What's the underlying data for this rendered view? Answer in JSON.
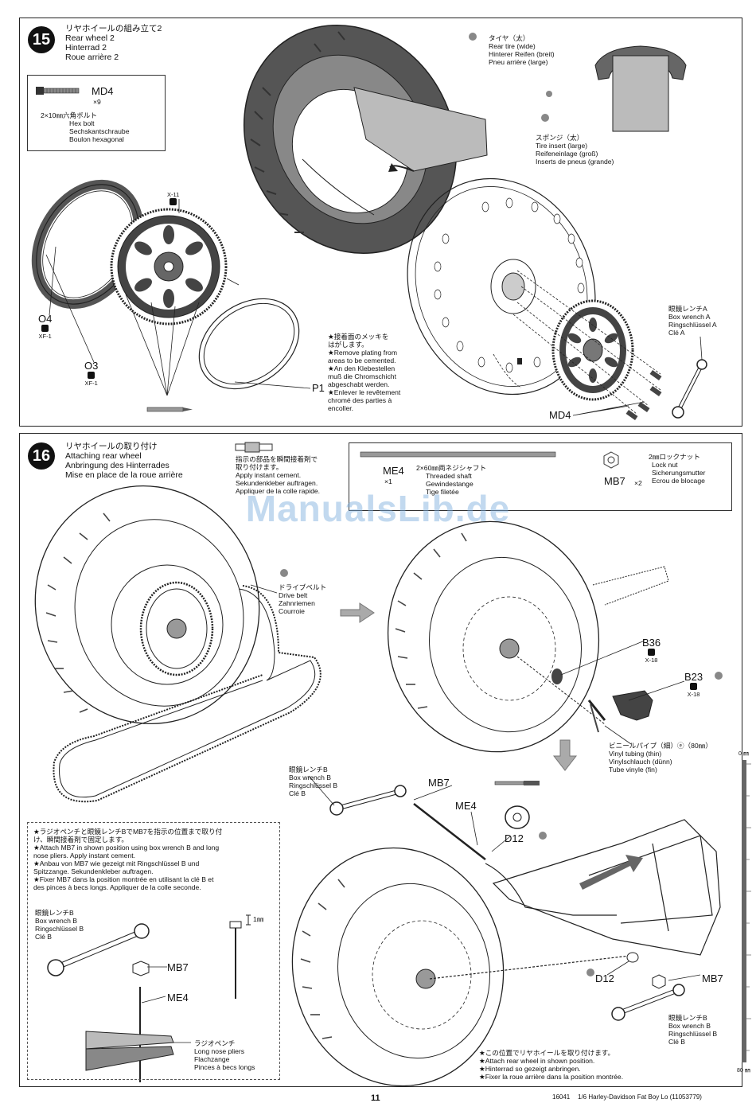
{
  "step15": {
    "number": "15",
    "title": [
      "リヤホイールの組み立て2",
      "Rear wheel 2",
      "Hinterrad 2",
      "Roue arrière 2"
    ],
    "md4_box": {
      "code": "MD4",
      "qty": "×9",
      "desc": [
        "2×10㎜六角ボルト",
        "Hex bolt",
        "Sechskantschraube",
        "Boulon hexagonal"
      ]
    },
    "x11": "X-11",
    "o4": "O4",
    "o4_tree": "XF-1",
    "o3": "O3",
    "o3_tree": "XF-1",
    "p1": "P1",
    "tire_note": [
      "タイヤ（太）",
      "Rear tire (wide)",
      "Hinterer Reifen (breit)",
      "Pneu arrière (large)"
    ],
    "sponge_note": [
      "スポンジ（太）",
      "Tire insert (large)",
      "Reifeneinlage (groß)",
      "Inserts de pneus (grande)"
    ],
    "plating_note": [
      "★接着面のメッキを",
      "はがします。",
      "★Remove plating from",
      "areas to be cemented.",
      "★An den Klebestellen",
      "muß die Chromschicht",
      "abgeschabt werden.",
      "★Enlever le revêtement",
      "chromé des parties à",
      "encoller."
    ],
    "wrench_a": [
      "眼鏡レンチA",
      "Box wrench A",
      "Ringschlüssel A",
      "Clé A"
    ],
    "md4_label": "MD4"
  },
  "step16": {
    "number": "16",
    "title": [
      "リヤホイールの取り付け",
      "Attaching rear wheel",
      "Anbringung des Hinterrades",
      "Mise en place de la roue arrière"
    ],
    "cement_note": [
      "指示の部品を瞬間接着剤で",
      "取り付けます。",
      "Apply instant cement.",
      "Sekundenkleber auftragen.",
      "Appliquer de la colle rapide."
    ],
    "parts_box": {
      "me4_code": "ME4",
      "me4_qty": "×1",
      "me4_desc": [
        "2×60㎜両ネジシャフト",
        "Threaded shaft",
        "Gewindestange",
        "Tige filetée"
      ],
      "mb7_code": "MB7",
      "mb7_qty": "×2",
      "mb7_desc": [
        "2㎜ロックナット",
        "Lock nut",
        "Sicherungsmutter",
        "Ecrou de blocage"
      ]
    },
    "belt_note": [
      "ドライブベルト",
      "Drive belt",
      "Zahnriemen",
      "Courroie"
    ],
    "b36": "B36",
    "b36_tree": "X-18",
    "b23": "B23",
    "b23_tree": "X-18",
    "vinyl_note": [
      "ビニールパイプ（細）ⓔ（80㎜）",
      "Vinyl tubing (thin)",
      "Vinylschlauch (dünn)",
      "Tube vinyle (fin)"
    ],
    "wrench_b_top": [
      "眼鏡レンチB",
      "Box wrench B",
      "Ringschlüssel B",
      "Clé B"
    ],
    "mb7_label": "MB7",
    "me4_label": "ME4",
    "d12_label": "D12",
    "d12_label2": "D12",
    "mb7_label2": "MB7",
    "attach_note": [
      "★ラジオペンチと眼鏡レンチBでMB7を指示の位置まで取り付",
      "け、瞬間接着剤で固定します。",
      "★Attach MB7 in shown position using box wrench B and long",
      "nose pliers. Apply instant cement.",
      "★Anbau von MB7 wie gezeigt mit Ringschlüssel B und",
      "Spitzzange. Sekundenkleber auftragen.",
      "★Fixer MB7 dans la position montrée en utilisant la clé B et",
      "des pinces à becs longs. Appliquer de la colle seconde."
    ],
    "inset_wrench": [
      "眼鏡レンチB",
      "Box wrench B",
      "Ringschlüssel B",
      "Clé B"
    ],
    "inset_mb7": "MB7",
    "inset_me4": "ME4",
    "inset_1mm": "1㎜",
    "pliers": [
      "ラジオペンチ",
      "Long nose pliers",
      "Flachzange",
      "Pinces à becs longs"
    ],
    "wrench_b_bottom": [
      "眼鏡レンチB",
      "Box wrench B",
      "Ringschlüssel B",
      "Clé B"
    ],
    "position_note": [
      "★この位置でリヤホイールを取り付けます。",
      "★Attach rear wheel in shown position.",
      "★Hinterrad so gezeigt anbringen.",
      "★Fixer la roue arrière dans la position montrée."
    ]
  },
  "watermark": "ManualsLib.de",
  "footer": {
    "page": "11",
    "code": "16041",
    "title": "1/6 Harley-Davidson Fat Boy Lo (11053779)"
  },
  "ruler": {
    "top": "0 ㎜",
    "bottom": "80 ㎜"
  }
}
